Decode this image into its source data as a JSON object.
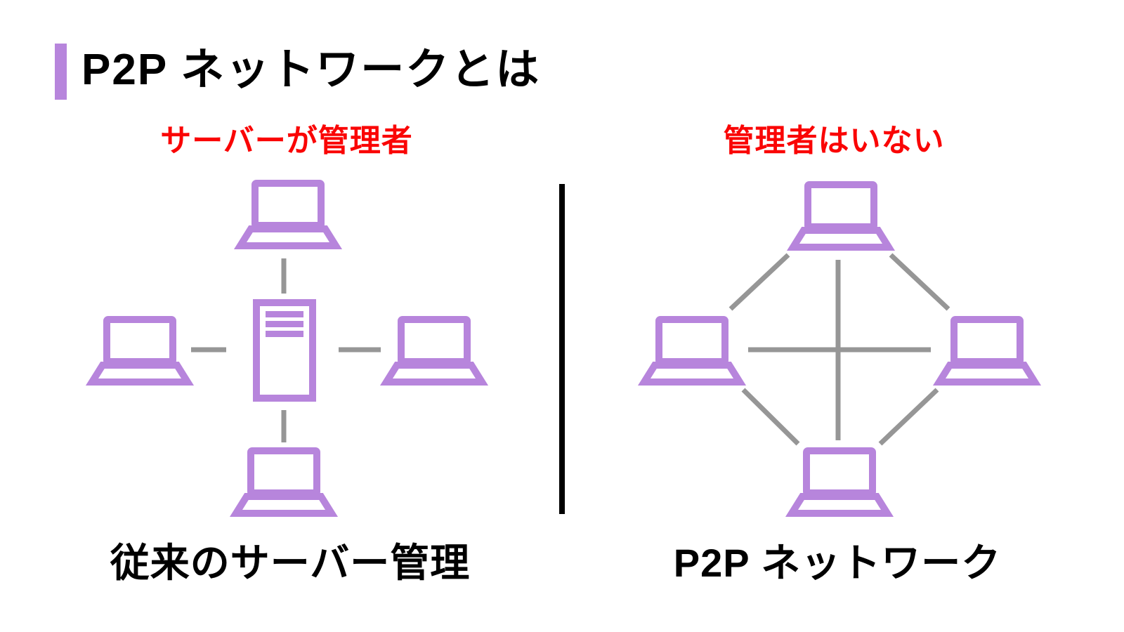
{
  "colors": {
    "purple": "#b785dc",
    "gray": "#969696",
    "red": "#fa0505",
    "black": "#000000",
    "bg": "#ffffff"
  },
  "title": {
    "text": "P2P ネットワークとは"
  },
  "left_panel": {
    "heading": "サーバーが管理者",
    "caption": "従来のサーバー管理"
  },
  "right_panel": {
    "heading": "管理者はいない",
    "caption": "P2P ネットワーク"
  }
}
